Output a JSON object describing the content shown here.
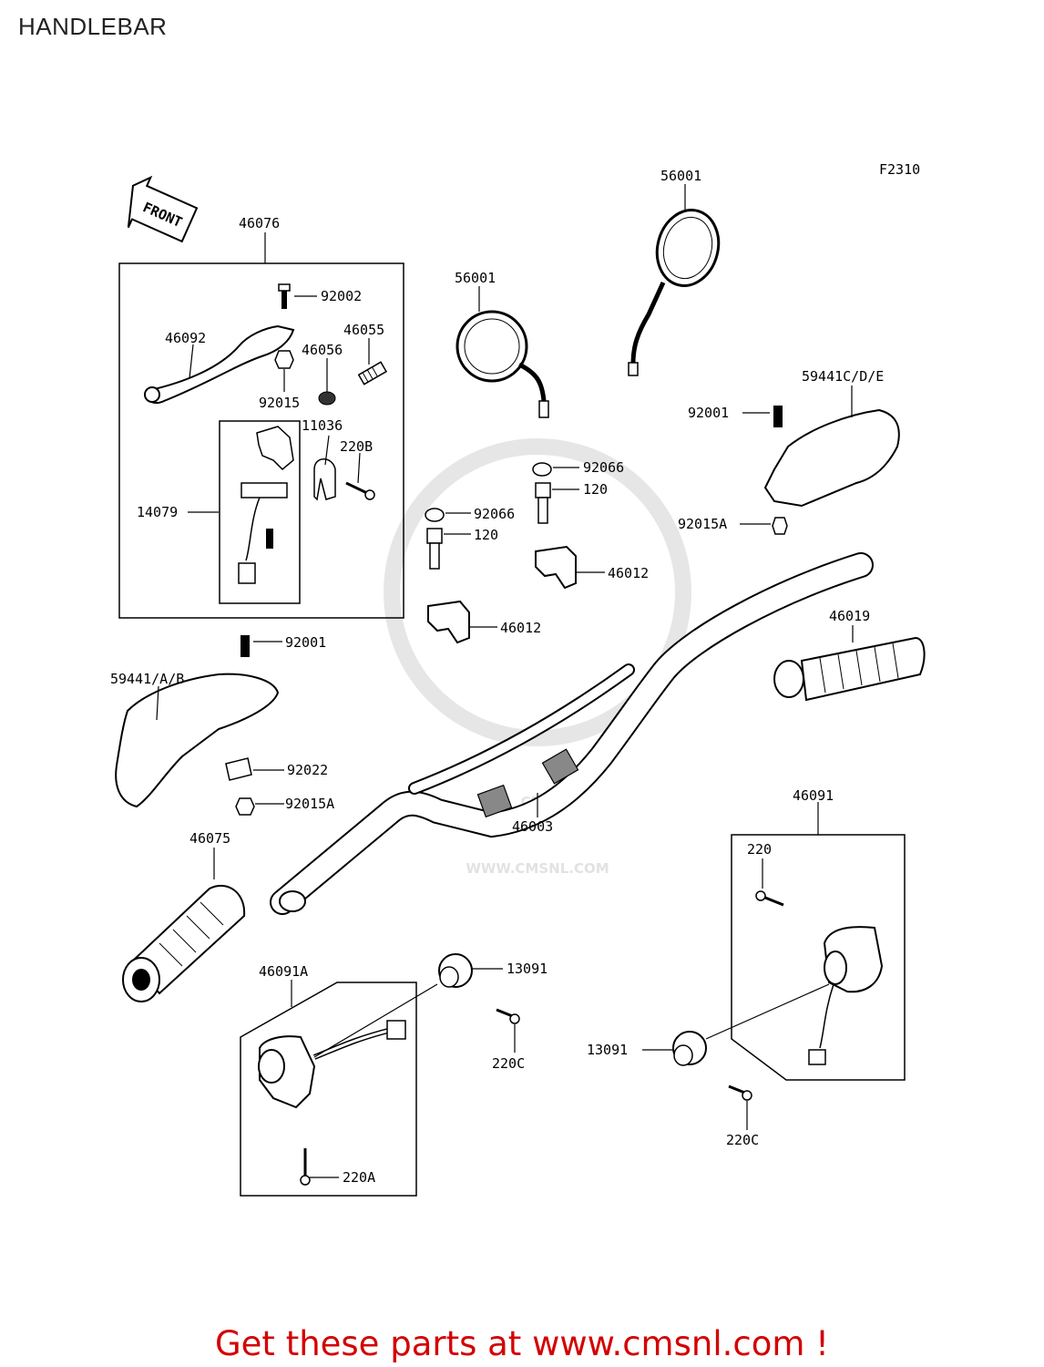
{
  "title": "HANDLEBAR",
  "figure_code": "F2310",
  "front_label": "FRONT",
  "watermark": {
    "brand": "CMS",
    "url": "WWW.CMSNL.COM"
  },
  "footer": "Get these parts at www.cmsnl.com !",
  "parts": {
    "p46076": "46076",
    "p92002": "92002",
    "p46092": "46092",
    "p46055": "46055",
    "p46056": "46056",
    "p92015": "92015",
    "p11036": "11036",
    "p220B": "220B",
    "p14079": "14079",
    "p56001_left": "56001",
    "p56001_right": "56001",
    "p59441CDE": "59441C/D/E",
    "p92001_right": "92001",
    "p92015A_right": "92015A",
    "p92066_upper": "92066",
    "p120_upper": "120",
    "p92066_lower": "92066",
    "p120_lower": "120",
    "p46012_upper": "46012",
    "p46012_lower": "46012",
    "p92001_left": "92001",
    "p59441AB": "59441/A/B",
    "p92022": "92022",
    "p92015A_left": "92015A",
    "p46019": "46019",
    "p46003": "46003",
    "p46091": "46091",
    "p220": "220",
    "p46075": "46075",
    "p46091A": "46091A",
    "p13091_left": "13091",
    "p220C_left": "220C",
    "p13091_right": "13091",
    "p220C_right": "220C",
    "p220A": "220A"
  }
}
